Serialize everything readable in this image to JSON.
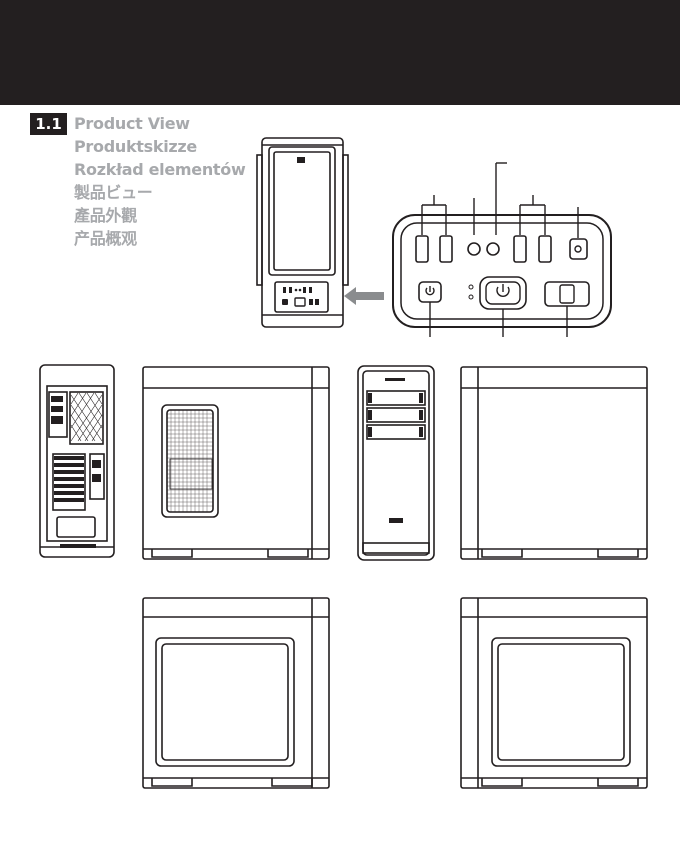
{
  "header": {
    "bar_color": "#231f20"
  },
  "section": {
    "number": "1.1",
    "titles": [
      "Product View",
      "Produktskizze",
      "Rozkład elementów",
      "製品ビュー",
      "產品外觀",
      "产品概观"
    ],
    "title_color": "#a7a9ac"
  },
  "illustrations": [
    "front-view-with-panel",
    "io-panel-detail",
    "rear-view",
    "left-side-view",
    "front-view-bezel-open",
    "right-side-view",
    "left-side-window-view",
    "right-side-window-view"
  ]
}
